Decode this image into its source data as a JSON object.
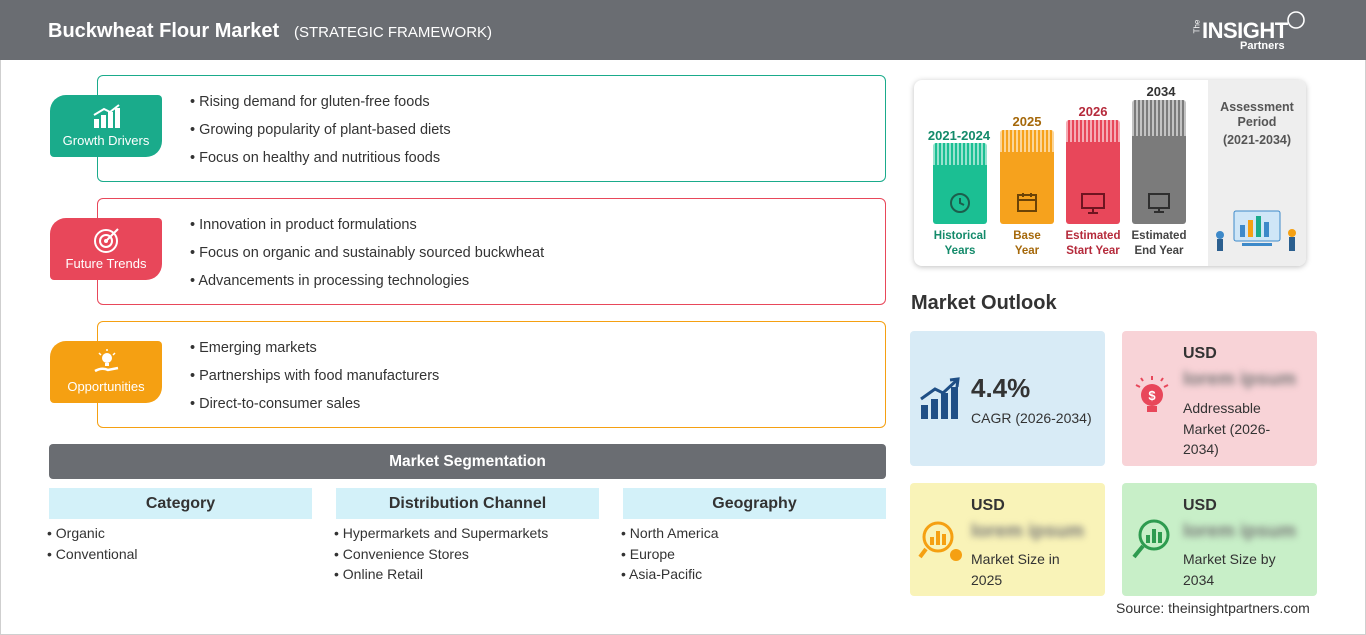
{
  "header": {
    "title": "Buckwheat Flour Market",
    "subtitle": "(STRATEGIC FRAMEWORK)"
  },
  "logo": {
    "the": "The",
    "insight": "INSIGHT",
    "partners": "Partners"
  },
  "framework": [
    {
      "label": "Growth Drivers",
      "color": "#1aab8b",
      "icon": "growth-chart-icon",
      "items": [
        "Rising demand for gluten-free foods",
        "Growing popularity of plant-based diets",
        "Focus on healthy and nutritious foods"
      ]
    },
    {
      "label": "Future Trends",
      "color": "#e8475a",
      "icon": "target-icon",
      "items": [
        "Innovation in product formulations",
        "Focus on organic and sustainably sourced buckwheat",
        "Advancements in processing technologies"
      ]
    },
    {
      "label": "Opportunities",
      "color": "#f5a012",
      "icon": "lightbulb-hand-icon",
      "items": [
        "Emerging markets",
        "Partnerships with food manufacturers",
        "Direct-to-consumer sales"
      ]
    }
  ],
  "segmentation": {
    "title": "Market Segmentation",
    "columns": [
      {
        "header": "Category",
        "items": [
          "Organic",
          "Conventional"
        ]
      },
      {
        "header": "Distribution Channel",
        "items": [
          "Hypermarkets and Supermarkets",
          "Convenience Stores",
          "Online Retail"
        ]
      },
      {
        "header": "Geography",
        "items": [
          "North America",
          "Europe",
          "Asia-Pacific"
        ]
      }
    ]
  },
  "period": {
    "assessment_title": "Assessment Period",
    "assessment_range": "(2021-2034)",
    "bars": [
      {
        "year": "2021-2024",
        "label_line1": "Historical",
        "label_line2": "Years",
        "color": "#1bbf93",
        "text_color": "#138a6a",
        "icon": "history-icon"
      },
      {
        "year": "2025",
        "label_line1": "Base",
        "label_line2": "Year",
        "color": "#f6a21d",
        "text_color": "#a5680a",
        "icon": "calendar-icon"
      },
      {
        "year": "2026",
        "label_line1": "Estimated",
        "label_line2": "Start Year",
        "color": "#e8475a",
        "text_color": "#b52a3b",
        "icon": "presentation-icon"
      },
      {
        "year": "2034",
        "label_line1": "Estimated",
        "label_line2": "End Year",
        "color": "#7b7b7b",
        "text_color": "#444444",
        "icon": "monitor-icon"
      }
    ]
  },
  "outlook": {
    "title": "Market Outlook",
    "cagr": {
      "value": "4.4%",
      "label": "CAGR (2026-2034)",
      "color": "#d8ebf6",
      "icon": "growth-chart-icon"
    },
    "addressable": {
      "currency": "USD",
      "value": "lorem ipsum",
      "label": "Addressable Market (2026-2034)",
      "color": "#f8d3d7",
      "icon": "dollar-bulb-icon"
    },
    "size_2025": {
      "currency": "USD",
      "value": "lorem ipsum",
      "label": "Market Size in 2025",
      "color": "#f9f3b8",
      "icon": "magnifier-chart-icon"
    },
    "size_2034": {
      "currency": "USD",
      "value": "lorem ipsum",
      "label": "Market Size by 2034",
      "color": "#c8efc8",
      "icon": "magnifier-chart-icon"
    }
  },
  "source": "Source: theinsightpartners.com"
}
